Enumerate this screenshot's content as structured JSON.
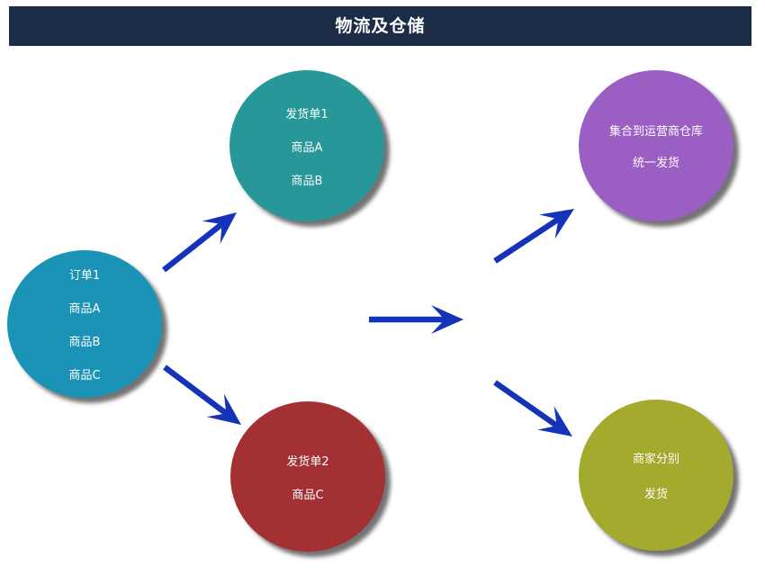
{
  "title": "物流及仓储",
  "colors": {
    "header_bg": "#1b2c46",
    "arrow": "#1533b8",
    "order": "#1b93b6",
    "shipment_1": "#27979a",
    "shipment_2": "#a33032",
    "warehouse": "#9b5fc3",
    "merchant": "#a4aa2e"
  },
  "nodes": {
    "order": {
      "lines": [
        "订单1",
        "商品A",
        "商品B",
        "商品C"
      ]
    },
    "shipment_1": {
      "lines": [
        "发货单1",
        "商品A",
        "商品B"
      ]
    },
    "shipment_2": {
      "lines": [
        "发货单2",
        "商品C"
      ]
    },
    "warehouse": {
      "lines": [
        "集合到运营商仓库",
        "统一发货"
      ]
    },
    "merchant": {
      "lines": [
        "商家分别",
        "发货"
      ]
    }
  }
}
